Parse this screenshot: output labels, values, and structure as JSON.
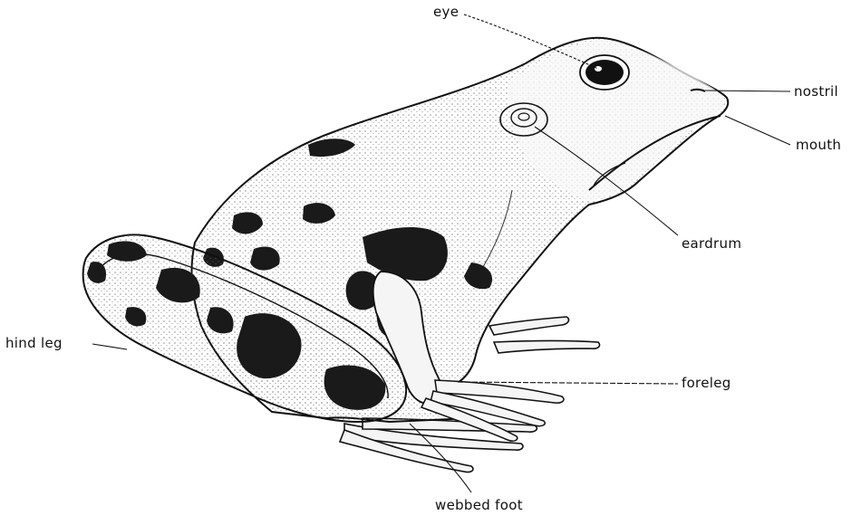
{
  "labels": {
    "eye": "eye",
    "nostril": "nostril",
    "mouth": "mouth",
    "eardrum": "eardrum",
    "hind_leg": "hind leg",
    "foreleg": "foreleg",
    "webbed_foot": "webbed foot"
  },
  "colors": {
    "ink": "#111111",
    "skin": "#f2f2f2",
    "spots": "#1a1a1a",
    "background": "#ffffff"
  }
}
